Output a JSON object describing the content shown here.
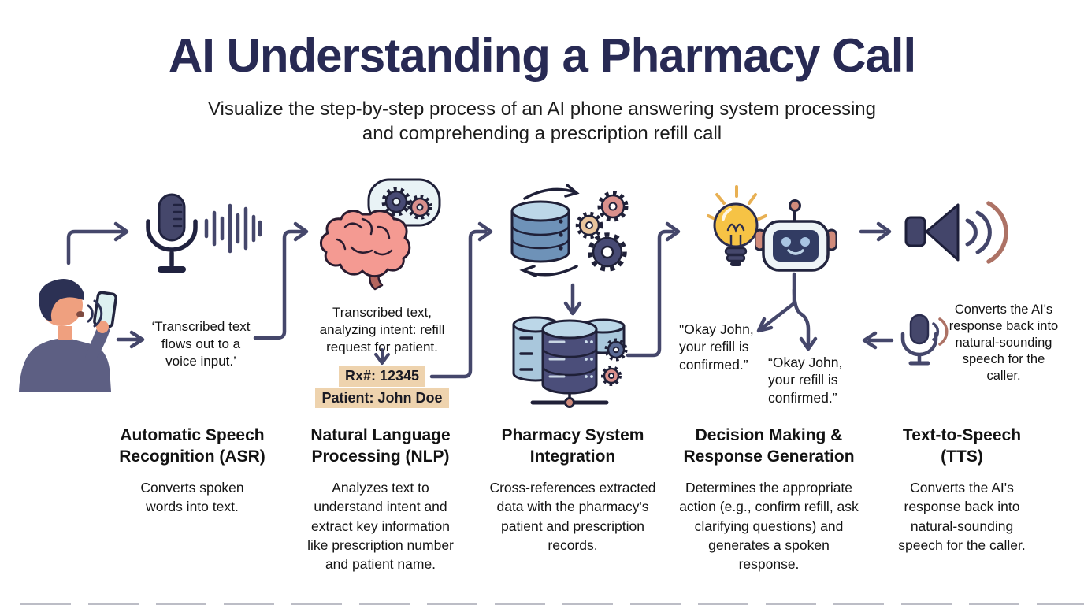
{
  "header": {
    "title": "AI Understanding a Pharmacy Call",
    "subtitle_line1": "Visualize the step-by-step process of an AI phone answering system processing",
    "subtitle_line2": "and comprehending a prescription refill call"
  },
  "flow": {
    "caller_annotation": "‘Transcribed text flows out to a voice input.’",
    "nlp_annotation": "Transcribed text, analyzing intent: refill request for patient.",
    "nlp_rx": "Rx#: 12345",
    "nlp_patient": "Patient: John Doe",
    "decision_speech_left": "\"Okay John, your refill is confirmed.”",
    "decision_speech_right": "“Okay John, your refill is confirmed.”",
    "tts_annotation": "Converts the AI's response back into natural-sounding speech for the caller."
  },
  "steps": [
    {
      "id": "asr",
      "title": "Automatic Speech Recognition (ASR)",
      "description": "Converts spoken words into text."
    },
    {
      "id": "nlp",
      "title": "Natural Language Processing (NLP)",
      "description": "Analyzes text to understand intent and extract key information like prescription number and patient name."
    },
    {
      "id": "psi",
      "title": "Pharmacy System Integration",
      "description": "Cross-references extracted data with the pharmacy's patient and prescription records."
    },
    {
      "id": "dm",
      "title": "Decision Making & Response Generation",
      "description": "Determines the appropriate action (e.g., confirm refill, ask clarifying questions) and generates a spoken response."
    },
    {
      "id": "tts",
      "title": "Text-to-Speech (TTS)",
      "description": "Converts the AI's response back into natural-sounding speech for the caller."
    }
  ],
  "icons": {
    "caller": "person-on-phone-icon",
    "asr": "microphone-waveform-icon",
    "nlp": "brain-gears-icon",
    "psi_top": "database-sync-gears-icon",
    "psi_bottom": "database-cluster-network-icon",
    "dm": "lightbulb-robot-icon",
    "tts": "speaker-sound-waves-icon",
    "tts_return": "small-microphone-icon"
  },
  "colors": {
    "title": "#282a54",
    "arrow": "#45476b",
    "highlight_bg": "#eed3ae",
    "brain_pink": "#f49a92",
    "bulb_yellow": "#f6c345",
    "database_blue": "#6e92b8",
    "database_dark": "#4b4e7a",
    "accent_rose": "#ad7265",
    "robot_screen": "#323c63"
  }
}
